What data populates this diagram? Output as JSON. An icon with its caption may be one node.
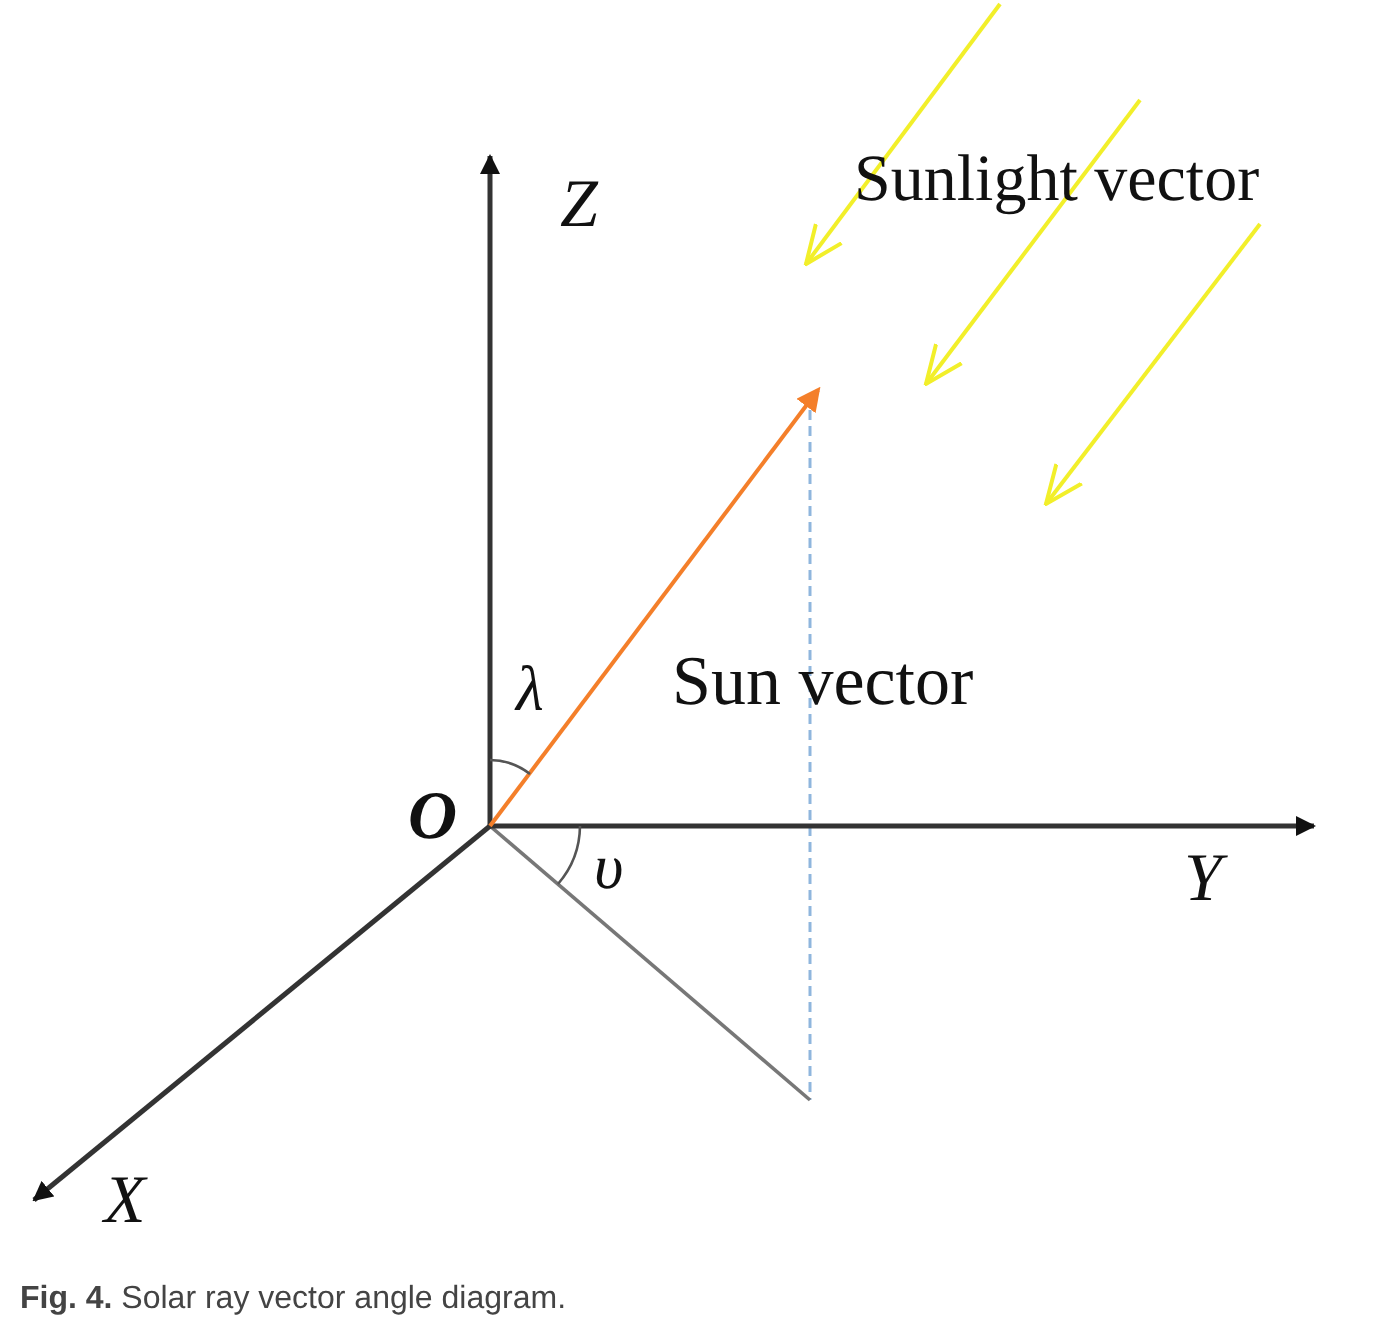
{
  "diagram": {
    "caption": "**Fig. 4.** Solar ray vector angle diagram.",
    "labels": [
      "Sunlight vector",
      "Z",
      "Sun vector",
      "λ",
      "O",
      "υ",
      "Y",
      "X"
    ]
  }
}
